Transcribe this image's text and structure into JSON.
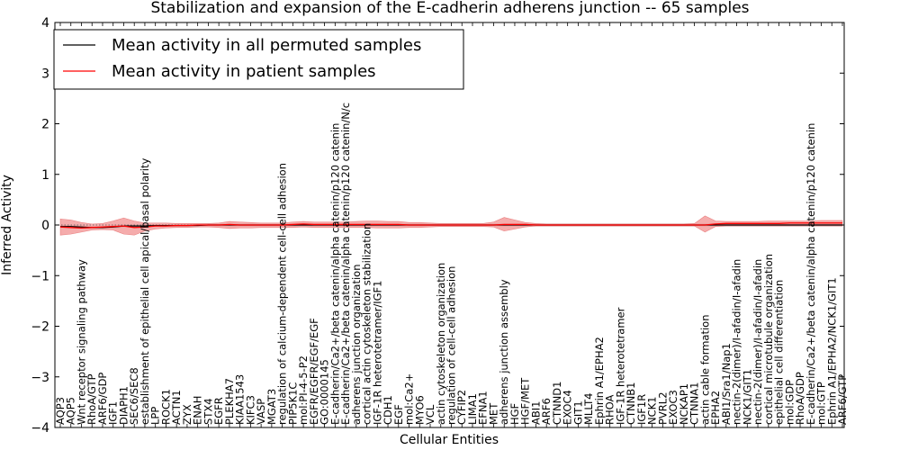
{
  "chart_data": {
    "type": "line",
    "title": "Stabilization and expansion of the E-cadherin adherens junction -- 65 samples",
    "xlabel": "Cellular Entities",
    "ylabel": "Inferred Activity",
    "ylim": [
      -4,
      4
    ],
    "yticks": [
      -4,
      -3,
      -2,
      -1,
      0,
      1,
      2,
      3,
      4
    ],
    "ytick_labels": [
      "−4",
      "−3",
      "−2",
      "−1",
      "0",
      "1",
      "2",
      "3",
      "4"
    ],
    "grid": false,
    "legend": {
      "placement": "top-left",
      "entries": [
        "Mean activity in all permuted samples",
        "Mean activity in patient samples"
      ]
    },
    "categories": [
      "AQP3",
      "AQP5",
      "Wnt receptor signaling pathway",
      "RhoA/GTP",
      "ARF6/GDP",
      "IGF1",
      "DIAPH1",
      "SEC6/SEC8",
      "establishment of epithelial cell apical/basal polarity",
      "LPP",
      "ROCK1",
      "ACTN1",
      "ZYX",
      "ENAH",
      "STX4",
      "EGFR",
      "PLEKHA7",
      "KIAA1543",
      "KIFC3",
      "VASP",
      "MGAT3",
      "regulation of calcium-dependent cell-cell adhesion",
      "PIP5K1C",
      "mol:PI-4-5-P2",
      "EGFR/EGFR/EGF/EGF",
      "GO:0000145",
      "E-cadherin/Ca2+/beta catenin/alpha catenin/p120 catenin",
      "E-cadherin/Ca2+/beta catenin/alpha catenin/p120 catenin/N/c",
      "adherens junction organization",
      "cortical actin cytoskeleton stabilization",
      "IGF-1R heterotetramer/IGF1",
      "CDH1",
      "EGF",
      "mol:Ca2+",
      "MYO6",
      "VCL",
      "actin cytoskeleton organization",
      "regulation of cell-cell adhesion",
      "CYFIP2",
      "LIMA1",
      "EFNA1",
      "MET",
      "adherens junction assembly",
      "HGF",
      "HGF/MET",
      "ABI1",
      "ARF6",
      "CTNND1",
      "EXOC4",
      "GIT1",
      "MLLT4",
      "Ephrin A1/EPHA2",
      "RHOA",
      "IGF-1R heterotetramer",
      "CTNNB1",
      "IGF1R",
      "NCK1",
      "PVRL2",
      "EXOC3",
      "NCKAP1",
      "CTNNA1",
      "actin cable formation",
      "EPHA2",
      "ABI1/Sra1/Nap1",
      "nectin-2(dimer)/I-afadin/I-afadin",
      "NCK1/GIT1",
      "nectin-2(dimer)/I-afadin/I-afadin",
      "cortical microtubule organization",
      "epithelial cell differentiation",
      "mol:GDP",
      "RhoA/GDP",
      "E-cadherin/Ca2+/beta catenin/alpha catenin/p120 catenin",
      "mol:GTP",
      "Ephrin A1/EPHA2/NCK1/GIT1",
      "ARF6/GTP"
    ],
    "series": [
      {
        "name": "Mean activity in all permuted samples",
        "color": "#000000",
        "values": [
          -0.03,
          -0.03,
          -0.04,
          -0.05,
          -0.05,
          -0.04,
          -0.02,
          -0.02,
          -0.02,
          -0.01,
          -0.01,
          -0.01,
          -0.01,
          -0.01,
          0.0,
          0.0,
          0.0,
          0.0,
          0.0,
          0.0,
          0.0,
          0.0,
          0.0,
          0.0,
          0.0,
          0.0,
          0.0,
          0.0,
          0.0,
          0.0,
          0.0,
          0.0,
          0.0,
          0.0,
          0.0,
          0.0,
          0.0,
          0.0,
          0.0,
          0.0,
          0.0,
          0.0,
          0.0,
          0.0,
          0.0,
          0.0,
          0.0,
          0.0,
          0.0,
          0.0,
          0.0,
          0.0,
          0.0,
          0.0,
          0.0,
          0.0,
          0.0,
          0.0,
          0.0,
          0.0,
          0.0,
          0.0,
          0.0,
          0.0,
          0.0,
          0.0,
          0.0,
          0.0,
          0.0,
          0.0,
          0.0,
          0.0,
          0.0,
          0.0,
          0.0
        ]
      },
      {
        "name": "Mean activity in patient samples",
        "color": "#ff0000",
        "values": [
          -0.04,
          -0.05,
          -0.06,
          -0.05,
          -0.04,
          -0.03,
          -0.02,
          -0.05,
          -0.04,
          -0.02,
          -0.02,
          -0.01,
          -0.01,
          0.0,
          0.0,
          0.0,
          0.01,
          0.0,
          0.0,
          0.0,
          0.0,
          0.0,
          0.01,
          0.02,
          0.01,
          0.01,
          0.01,
          0.01,
          0.01,
          0.01,
          0.01,
          0.01,
          0.01,
          0.0,
          0.0,
          0.0,
          0.0,
          0.0,
          0.0,
          0.0,
          0.0,
          0.0,
          0.01,
          0.01,
          0.01,
          0.0,
          0.0,
          0.0,
          0.0,
          0.0,
          0.0,
          0.0,
          0.0,
          0.0,
          0.0,
          0.0,
          0.0,
          0.0,
          0.0,
          0.0,
          0.0,
          0.0,
          0.02,
          0.03,
          0.03,
          0.03,
          0.03,
          0.03,
          0.03,
          0.04,
          0.04,
          0.04,
          0.04,
          0.04,
          0.04
        ]
      }
    ],
    "band": {
      "name": "patient spread",
      "color": "#f08080",
      "upper": [
        0.12,
        0.1,
        0.05,
        0.02,
        0.03,
        0.08,
        0.14,
        0.08,
        0.04,
        0.04,
        0.04,
        0.03,
        0.03,
        0.03,
        0.03,
        0.04,
        0.07,
        0.06,
        0.05,
        0.04,
        0.04,
        0.04,
        0.06,
        0.07,
        0.06,
        0.06,
        0.06,
        0.06,
        0.07,
        0.08,
        0.08,
        0.07,
        0.07,
        0.05,
        0.05,
        0.04,
        0.03,
        0.03,
        0.03,
        0.03,
        0.03,
        0.06,
        0.15,
        0.1,
        0.05,
        0.03,
        0.02,
        0.02,
        0.02,
        0.02,
        0.02,
        0.02,
        0.02,
        0.02,
        0.02,
        0.02,
        0.02,
        0.02,
        0.02,
        0.02,
        0.03,
        0.18,
        0.08,
        0.07,
        0.07,
        0.07,
        0.07,
        0.08,
        0.08,
        0.08,
        0.08,
        0.08,
        0.09,
        0.09,
        0.09
      ],
      "lower": [
        -0.2,
        -0.18,
        -0.14,
        -0.1,
        -0.09,
        -0.1,
        -0.18,
        -0.2,
        -0.12,
        -0.08,
        -0.06,
        -0.05,
        -0.05,
        -0.04,
        -0.04,
        -0.05,
        -0.07,
        -0.06,
        -0.06,
        -0.05,
        -0.05,
        -0.05,
        -0.05,
        -0.04,
        -0.05,
        -0.05,
        -0.05,
        -0.05,
        -0.05,
        -0.05,
        -0.06,
        -0.06,
        -0.06,
        -0.05,
        -0.05,
        -0.04,
        -0.03,
        -0.03,
        -0.03,
        -0.03,
        -0.03,
        -0.04,
        -0.12,
        -0.08,
        -0.04,
        -0.02,
        -0.02,
        -0.02,
        -0.02,
        -0.02,
        -0.02,
        -0.02,
        -0.02,
        -0.02,
        -0.02,
        -0.02,
        -0.02,
        -0.02,
        -0.02,
        -0.02,
        -0.02,
        -0.14,
        -0.03,
        -0.02,
        -0.02,
        -0.02,
        -0.02,
        -0.02,
        -0.02,
        -0.02,
        -0.02,
        -0.02,
        -0.02,
        -0.02,
        -0.02
      ]
    },
    "permuted_band": {
      "color": "#d9d9d9",
      "half_width": 0.03
    }
  }
}
